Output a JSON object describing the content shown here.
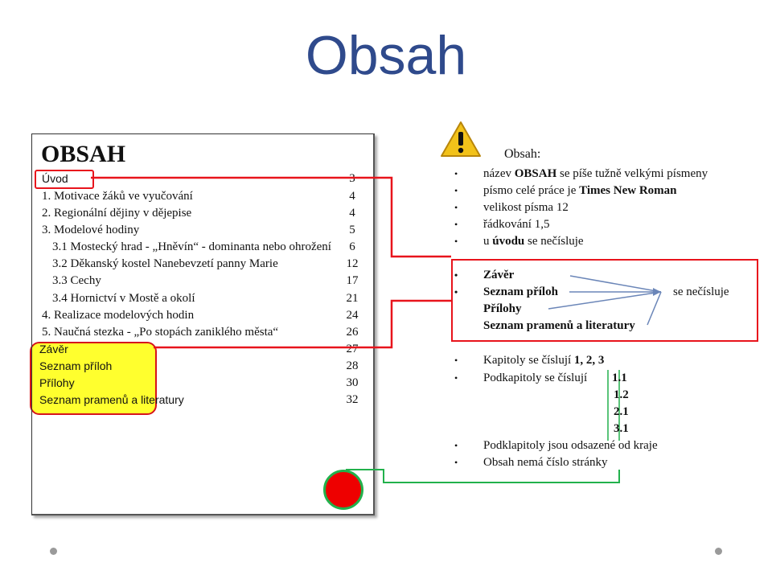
{
  "title": "Obsah",
  "toc": {
    "heading": "OBSAH",
    "rows": [
      {
        "label": "Úvod",
        "page": "3"
      },
      {
        "label": "1. Motivace žáků ve vyučování",
        "page": "4"
      },
      {
        "label": "2. Regionální dějiny v dějepise",
        "page": "4"
      },
      {
        "label": "3. Modelové hodiny",
        "page": "5"
      },
      {
        "label": "3.1 Mostecký hrad - „Hněvín“ - dominanta nebo ohrožení",
        "page": "6"
      },
      {
        "label": "3.2 Děkanský kostel Nanebevzetí panny Marie",
        "page": "12"
      },
      {
        "label": "3.3 Cechy",
        "page": "17"
      },
      {
        "label": "3.4 Hornictví v Mostě a okolí",
        "page": "21"
      },
      {
        "label": "4. Realizace modelových hodin",
        "page": "24"
      },
      {
        "label": "5. Naučná stezka - „Po stopách zaniklého města“",
        "page": "26"
      },
      {
        "label": "Závěr",
        "page": "27"
      },
      {
        "label": "Seznam příloh",
        "page": "28"
      },
      {
        "label": "Přílohy",
        "page": "30"
      },
      {
        "label": "Seznam pramenů a literatury",
        "page": "32"
      }
    ]
  },
  "notes": {
    "warning_icon": "warning-triangle-icon",
    "title": "Obsah:",
    "rule1_pre": "název ",
    "rule1_bold": "OBSAH",
    "rule1_post": " se píše tužně velkými písmeny",
    "rule2_pre": "písmo celé práce je ",
    "rule2_bold": "Times New Roman",
    "rule3": "velikost písma 12",
    "rule4": "řádkování  1,5",
    "rule5_pre": "u ",
    "rule5_bold": "úvodu",
    "rule5_post": " se nečísluje",
    "unnumbered": [
      "Závěr",
      "Seznam příloh",
      "Přílohy",
      "Seznam pramenů a literatury"
    ],
    "unnumbered_note": "se nečísluje",
    "chapters_pre": "Kapitoly se číslují ",
    "chapters_bold": "1, 2, 3",
    "subchapters": "Podkapitoly se číslují",
    "sub_numbers": [
      "1.1",
      "1.2",
      "2.1",
      "3.1"
    ],
    "indent_rule": "Podklapitoly jsou odsazené od kraje",
    "no_page": "Obsah nemá číslo stránky"
  },
  "colors": {
    "title": "#2f4a8c",
    "highlight": "#ffff2e",
    "red": "#e8141c",
    "green": "#22b14c",
    "arrow": "#6b86b8"
  }
}
